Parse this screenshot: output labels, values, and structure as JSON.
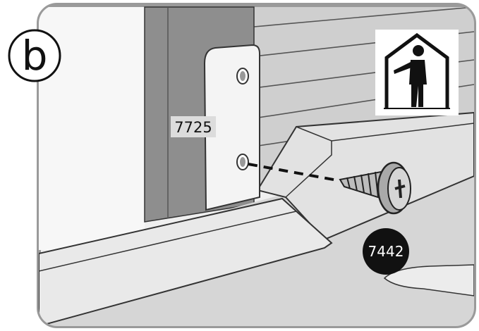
{
  "step": {
    "letter": "b"
  },
  "labels": {
    "part_bracket": "7725",
    "part_screw": "7442"
  },
  "icons": {
    "indoor_person": "person-inside-house-icon",
    "screw": "phillips-screw-icon"
  },
  "colors": {
    "frame": "#999999",
    "panel_light": "#e6e6e6",
    "panel_mid": "#c8c8c8",
    "panel_dark": "#8c8c8c",
    "line": "#333333",
    "badge_dark": "#111111",
    "badge_text": "#ffffff"
  }
}
